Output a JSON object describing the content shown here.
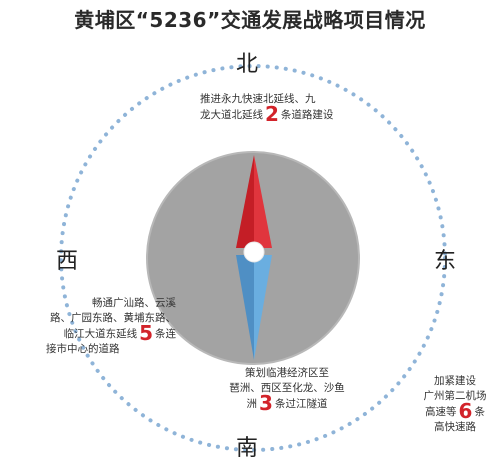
{
  "title": "黄埔区“5236”交通发展战略项目情况",
  "directions": {
    "north": "北",
    "south": "南",
    "west": "西",
    "east": "东"
  },
  "notes": {
    "north": {
      "line1": "推进永九快速北延线、九",
      "line2_pre": "龙大道北延线",
      "number": "2",
      "line2_post": "条道路建设"
    },
    "west": {
      "line1": "畅通广汕路、云溪",
      "line2": "路、广园东路、黄埔东路、",
      "line3_pre": "临江大道东延线",
      "number": "5",
      "line3_post": "条连",
      "line4": "接市中心的道路"
    },
    "south": {
      "line1": "策划临港经济区至",
      "line2": "琶洲、西区至化龙、沙鱼",
      "line3_pre": "洲",
      "number": "3",
      "line3_post": "条过江隧道"
    },
    "east": {
      "line1": "加紧建设",
      "line2": "广州第二机场",
      "line3_pre": "高速等",
      "number": "6",
      "line3_post": "条",
      "line4": "高快速路"
    }
  },
  "colors": {
    "accent_red": "#d2232a",
    "needle_blue": "#5a9fd4",
    "compass_gray": "#a3a3a3",
    "ring_blue": "#8fb4d8"
  }
}
